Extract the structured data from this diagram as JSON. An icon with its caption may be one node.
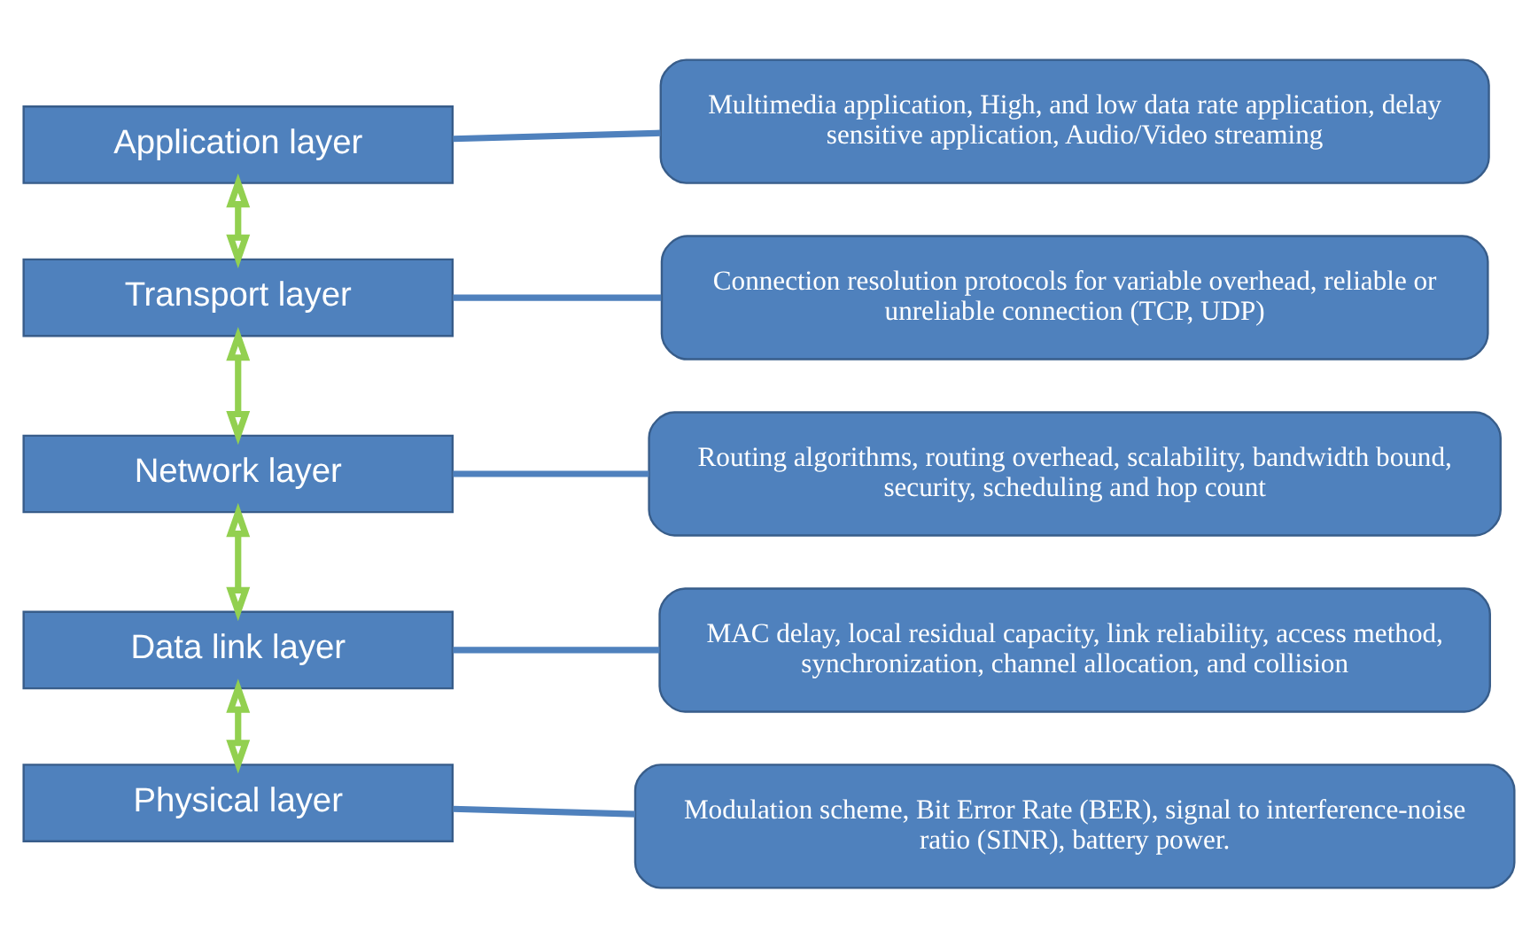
{
  "diagram": {
    "nodes": [
      {
        "text": [
          "Application layer"
        ]
      },
      {
        "text": [
          "Multimedia application, High, and low data rate application, delay sensitive application, Audio/Video streaming"
        ]
      },
      {
        "text": [
          "Transport layer"
        ]
      },
      {
        "text": [
          "Connection resolution protocols for variable overhead, reliable or unreliable connection (TCP, UDP)"
        ]
      },
      {
        "text": [
          "Network layer"
        ]
      },
      {
        "text": [
          "Routing algorithms, routing overhead, scalability, bandwidth bound, security, scheduling and hop count"
        ]
      },
      {
        "text": [
          "Data link layer"
        ]
      },
      {
        "text": [
          "MAC delay, local residual capacity, link reliability, access method, synchronization, channel allocation, and collision"
        ]
      },
      {
        "text": [
          "Physical layer"
        ]
      },
      {
        "text": [
          "Modulation scheme, Bit Error Rate (BER), signal to interference-noise ratio (SINR), battery power."
        ]
      }
    ],
    "edges": [
      {
        "from": 0,
        "to": 1,
        "arrow": "none"
      },
      {
        "from": 2,
        "to": 3,
        "arrow": "none"
      },
      {
        "from": 4,
        "to": 5,
        "arrow": "none"
      },
      {
        "from": 6,
        "to": 7,
        "arrow": "none"
      },
      {
        "from": 8,
        "to": 9,
        "arrow": "none"
      },
      {
        "from": 0,
        "to": 2,
        "arrow": "both",
        "color": "#92d050"
      },
      {
        "from": 2,
        "to": 4,
        "arrow": "both",
        "color": "#92d050"
      },
      {
        "from": 4,
        "to": 6,
        "arrow": "both",
        "color": "#92d050"
      },
      {
        "from": 6,
        "to": 8,
        "arrow": "both",
        "color": "#92d050"
      }
    ]
  }
}
